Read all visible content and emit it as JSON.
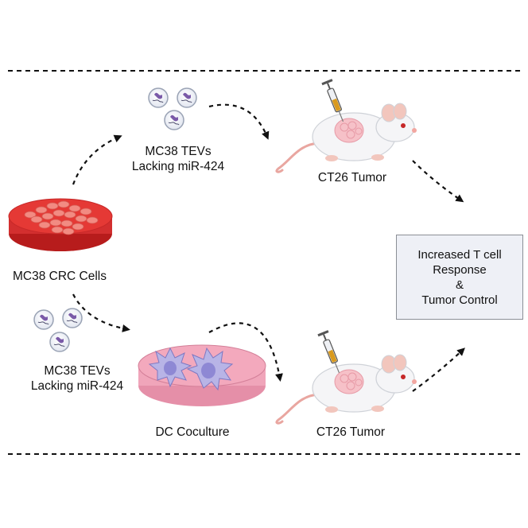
{
  "labels": {
    "mc38_cells": "MC38 CRC Cells",
    "tevs_top_line1": "MC38 TEVs",
    "tevs_top_line2": "Lacking miR-424",
    "tevs_bottom_line1": "MC38 TEVs",
    "tevs_bottom_line2": "Lacking miR-424",
    "tumor_top": "CT26 Tumor",
    "tumor_bottom": "CT26 Tumor",
    "dc_coculture": "DC Coculture"
  },
  "result": {
    "line1": "Increased T cell",
    "line2": "Response",
    "line3": "&",
    "line4": "Tumor Control"
  },
  "colors": {
    "dish_red": "#e53935",
    "dish_pink": "#f3a9bd",
    "dc_cell": "#b8b4e6",
    "vesicle_cargo": "#7a5aa8",
    "mouse_skin": "#f2c6bd",
    "tumor": "#f6c1c8",
    "syringe_liquid": "#d99a1e",
    "box_fill": "#eef0f6"
  }
}
